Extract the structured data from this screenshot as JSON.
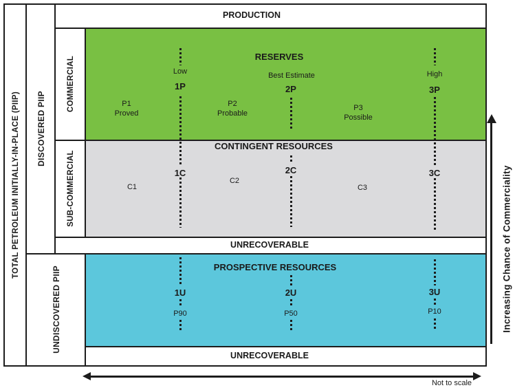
{
  "left_axis": {
    "label": "TOTAL PETROLEUM INITIALLY-IN-PLACE (PIIP)"
  },
  "rows": {
    "production": "PRODUCTION",
    "unrecoverable_top": "UNRECOVERABLE",
    "unrecoverable_bottom": "UNRECOVERABLE"
  },
  "discovered": {
    "label": "DISCOVERED PIIP",
    "commercial": "COMMERCIAL",
    "sub_commercial": "SUB-COMMERCIAL"
  },
  "undiscovered": {
    "label": "UNDISCOVERED PIIP"
  },
  "reserves": {
    "title": "RESERVES",
    "estimates": {
      "low": "Low",
      "best": "Best Estimate",
      "high": "High"
    },
    "codes": {
      "c1": "1P",
      "c2": "2P",
      "c3": "3P"
    },
    "categories": [
      {
        "code": "P1",
        "name": "Proved"
      },
      {
        "code": "P2",
        "name": "Probable"
      },
      {
        "code": "P3",
        "name": "Possible"
      }
    ]
  },
  "contingent": {
    "title": "CONTINGENT RESOURCES",
    "codes": {
      "c1": "1C",
      "c2": "2C",
      "c3": "3C"
    },
    "categories": [
      "C1",
      "C2",
      "C3"
    ]
  },
  "prospective": {
    "title": "PROSPECTIVE RESOURCES",
    "codes": {
      "c1": "1U",
      "c2": "2U",
      "c3": "3U"
    },
    "percentiles": {
      "p90": "P90",
      "p50": "P50",
      "p10": "P10"
    }
  },
  "right_axis": {
    "label": "Increasing Chance of Commerciality"
  },
  "footnote": "Not to scale",
  "colors": {
    "reserves_green": "#79C043",
    "contingent_gray": "#DBDBDD",
    "prospective_blue": "#5CC7DC",
    "line_black": "#1c1c1c"
  }
}
